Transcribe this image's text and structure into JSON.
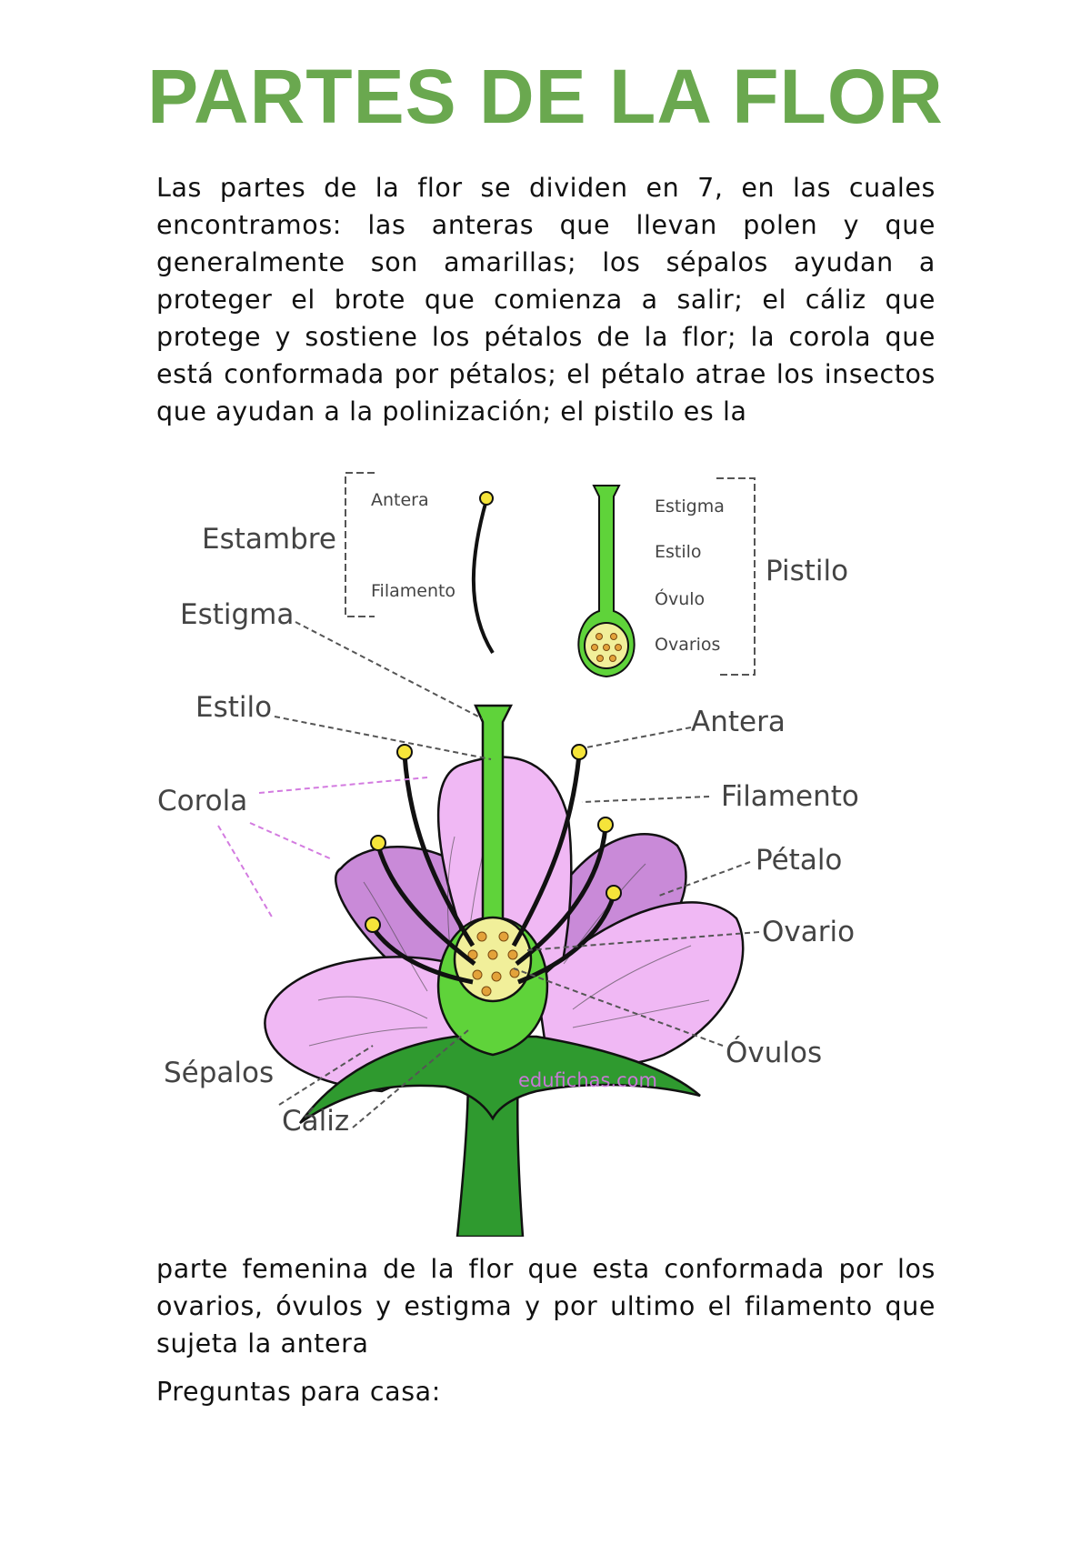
{
  "title": "PARTES DE LA FLOR",
  "paragraph_1": "Las partes de la flor se dividen en 7, en las cuales encontramos: las anteras que llevan polen y que generalmente son amarillas; los sépalos ayudan a proteger el brote que comienza a salir; el cáliz que protege y sostiene los pétalos de la flor; la corola que está conformada por pétalos; el pétalo atrae los insectos que ayudan a la polinización; el pistilo es la",
  "paragraph_2": "parte femenina de la flor que esta conformada por los ovarios, óvulos y estigma y por ultimo el filamento que sujeta la antera",
  "paragraph_3": "Preguntas para casa:",
  "diagram": {
    "estambre": {
      "group_label": "Estambre",
      "parts": [
        "Antera",
        "Filamento"
      ]
    },
    "pistilo": {
      "group_label": "Pistilo",
      "parts": [
        "Estigma",
        "Estilo",
        "Óvulo",
        "Ovarios"
      ]
    },
    "flower_labels": {
      "estigma": "Estigma",
      "estilo": "Estilo",
      "corola": "Corola",
      "sepalos": "Sépalos",
      "caliz": "Cáliz",
      "antera": "Antera",
      "filamento": "Filamento",
      "petalo": "Pétalo",
      "ovario": "Ovario",
      "ovulos": "Óvulos"
    },
    "watermark": "edufichas.com",
    "colors": {
      "title_green": "#6aa84f",
      "petal_light": "#f0b8f4",
      "petal_dark": "#c98ad8",
      "stem_green": "#2f9a2f",
      "pistil_green": "#5fd33a",
      "anther_yellow": "#f5e43a",
      "ovary_yellow": "#f1ef9a"
    }
  }
}
